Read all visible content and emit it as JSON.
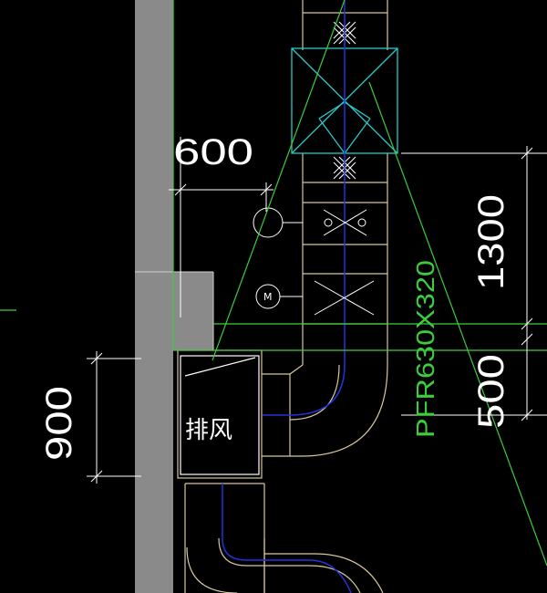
{
  "drawing": {
    "dim_top": "600",
    "dim_right_upper": "1300",
    "dim_right_lower": "500",
    "dim_left": "900",
    "duct_spec": "PFR630X320",
    "outlet_label": "排风",
    "motor_label": "M"
  },
  "colors": {
    "background": "#000000",
    "wall": "#8a8a8a",
    "dimension": "#ffffff",
    "annotation_green": "#3ccc3c",
    "equipment_cyan": "#29c9c9",
    "duct_tan": "#d6c79c",
    "centerline_blue": "#2233dd"
  }
}
